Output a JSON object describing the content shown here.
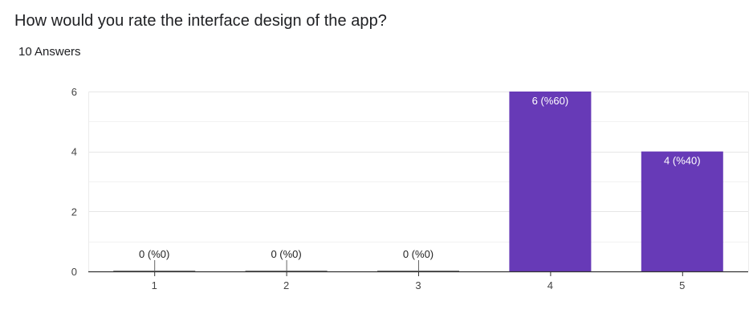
{
  "question": {
    "title": "How would you rate the interface design of the app?",
    "answers": "10 Answers"
  },
  "colors": {
    "bar": "#673ab7",
    "grid": "#e8e8e8",
    "axis": "#333333",
    "label_outside": "#222222",
    "label_inside": "#ffffff"
  },
  "chart_data": {
    "type": "bar",
    "categories": [
      "1",
      "2",
      "3",
      "4",
      "5"
    ],
    "values": [
      0,
      0,
      0,
      6,
      4
    ],
    "data_labels": [
      "0 (%0)",
      "0 (%0)",
      "0 (%0)",
      "6 (%60)",
      "4 (%40)"
    ],
    "y_ticks": [
      "0",
      "2",
      "4",
      "6"
    ],
    "ylim": [
      0,
      6
    ],
    "minor_grid_step": 1,
    "title": "",
    "xlabel": "",
    "ylabel": "",
    "grid": true,
    "legend": "none"
  }
}
